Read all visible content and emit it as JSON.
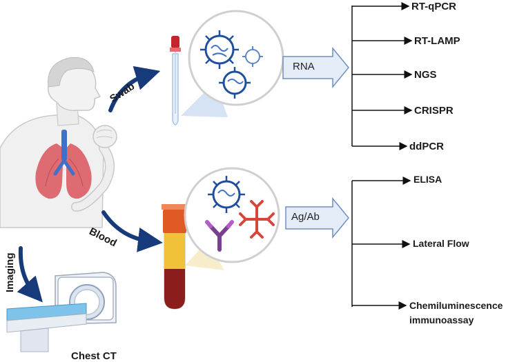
{
  "labels": {
    "swab": "Swab",
    "blood": "Blood",
    "imaging": "Imaging",
    "chest_ct": "Chest CT",
    "rna": "RNA",
    "ag_ab": "Ag/Ab"
  },
  "rna_methods": [
    "RT-qPCR",
    "RT-LAMP",
    "NGS",
    "CRISPR",
    "ddPCR"
  ],
  "serology_methods": [
    "ELISA",
    "Lateral Flow",
    "Chemiluminescence",
    "immunoassay"
  ],
  "colors": {
    "arrow_navy": "#173a7a",
    "arrow_box_fill": "#e4ecf7",
    "arrow_box_stroke": "#6f8fc3",
    "lung": "#d9535a",
    "skin": "#f1f1f1",
    "virus_blue": "#1f4f9c",
    "antibody_red": "#d8453d",
    "antibody_purple": "#7b3f8f",
    "blood_dark": "#8c1d1d",
    "plasma_yellow": "#f2c13a",
    "cap_orange": "#e05a24"
  }
}
